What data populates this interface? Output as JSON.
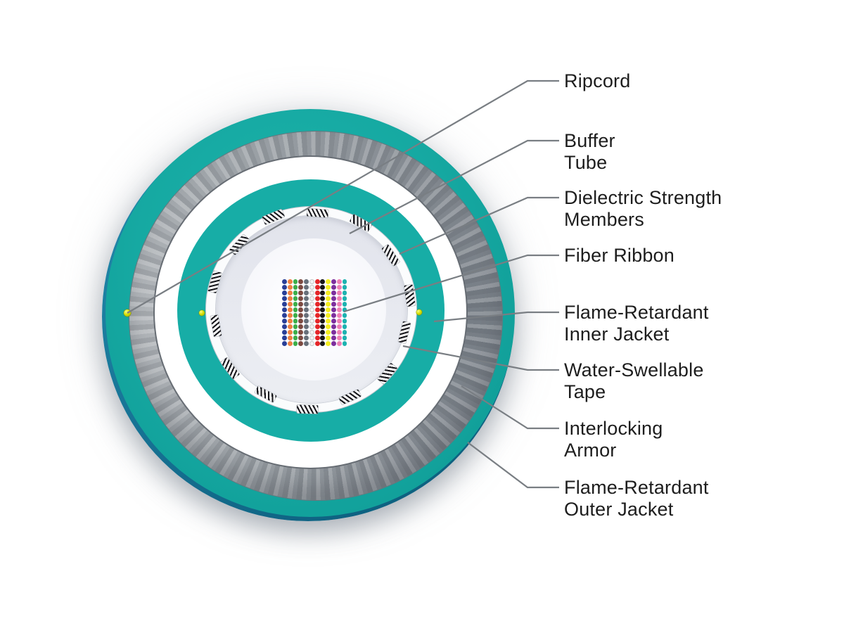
{
  "diagram": {
    "subject": "Flame-retardant interlocking-armor fiber optic ribbon cable cross-section",
    "labels": [
      {
        "id": "ripcord",
        "text": "Ripcord"
      },
      {
        "id": "buffer-tube",
        "text": "Buffer\nTube"
      },
      {
        "id": "dielectric-strength-members",
        "text": "Dielectric Strength\nMembers"
      },
      {
        "id": "fiber-ribbon",
        "text": "Fiber Ribbon"
      },
      {
        "id": "flame-retardant-inner-jacket",
        "text": "Flame-Retardant\nInner Jacket"
      },
      {
        "id": "water-swellable-tape",
        "text": "Water-Swellable\nTape"
      },
      {
        "id": "interlocking-armor",
        "text": "Interlocking\nArmor"
      },
      {
        "id": "flame-retardant-outer-jacket",
        "text": "Flame-Retardant\nOuter Jacket"
      }
    ],
    "ribbon": {
      "rows": 12,
      "fibers_per_row": 12,
      "fiber_colors": [
        "#2a3f97",
        "#ef7f42",
        "#3cae49",
        "#7c4a41",
        "#68707a",
        "#f2f2f2",
        "#e52528",
        "#161616",
        "#f3ee20",
        "#7d2f9d",
        "#ef7fb4",
        "#1cb2b0"
      ],
      "fiber_color_names": [
        "blue",
        "orange",
        "green",
        "brown",
        "slate",
        "white",
        "red",
        "black",
        "yellow",
        "violet",
        "rose",
        "aqua"
      ]
    },
    "colors": {
      "jacket_teal": "#16a9a2",
      "armor_gray": "#90959a",
      "cable_edge_blue": "#1b7fa3",
      "ripcord_yellow": "#d8e000",
      "buffer_tube_gray": "#e7e9f0",
      "leader_line_gray": "#797e83",
      "label_text": "#1d1d1d",
      "background": "#ffffff"
    }
  }
}
